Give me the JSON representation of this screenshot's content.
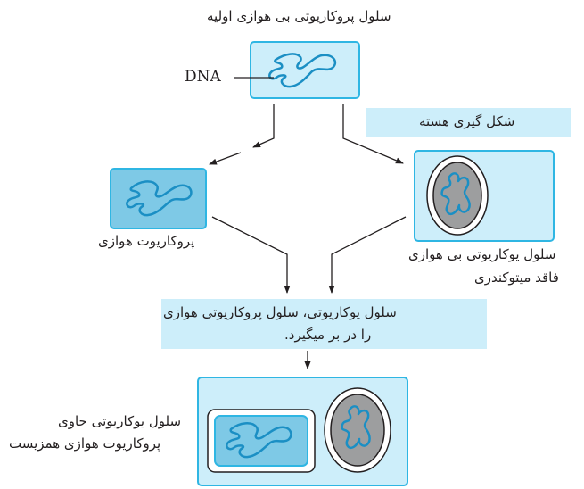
{
  "labels": {
    "top_title": "سلول پروکاریوتی بی هوازی اولیه",
    "dna": "DNA",
    "nucleus_formation": "شکل گیری هسته",
    "aerobic_prokaryote": "پروکاریوت هوازی",
    "eukaryote_no_mito_line1": "سلول یوکاریوتی بی هوازی",
    "eukaryote_no_mito_line2": "فاقد میتوکندری",
    "engulf_line1": "سلول یوکاریوتی، سلول پروکاریوتی هوازی",
    "engulf_line2": "را در بر میگیرد.",
    "final_line1": "سلول یوکاریوتی حاوی",
    "final_line2": "پروکاریوت هوازی همزیست"
  },
  "colors": {
    "cell_fill": "#cdeefa",
    "cell_border": "#2fb6e3",
    "aerobic_fill": "#7ec9e6",
    "dna_stroke": "#1b8fc4",
    "nucleus_fill": "#9d9e9f",
    "arrow": "#231f20"
  }
}
